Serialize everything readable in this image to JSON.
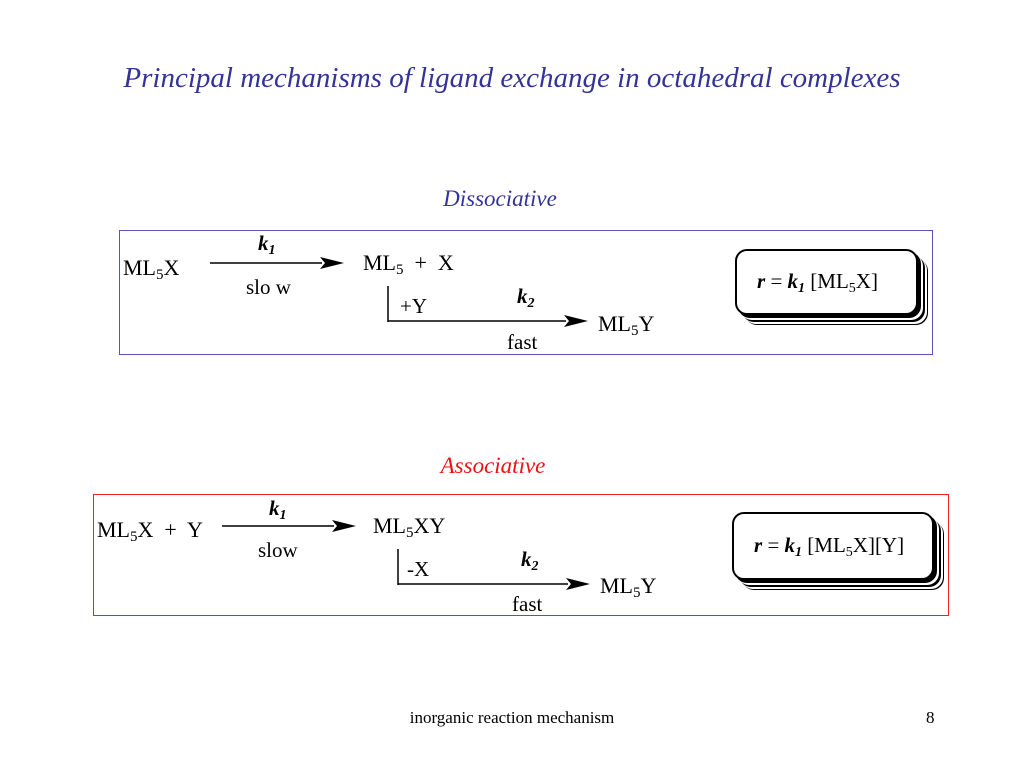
{
  "slide": {
    "title": "Principal mechanisms of ligand exchange in octahedral complexes",
    "footer_text": "inorganic reaction mechanism",
    "page_number": "8",
    "colors": {
      "title": "#33339a",
      "dissociative": "#33339a",
      "associative": "#ee1111"
    }
  },
  "dissociative": {
    "heading": "Dissociative",
    "reactant_main": "ML",
    "reactant_sub": "5",
    "reactant_tail": "X",
    "k1_main": "k",
    "k1_sub": "1",
    "step1_label": "slo w",
    "intermediate_main": "ML",
    "intermediate_sub": "5",
    "intermediate_tail": "  +  X",
    "side_reagent": "+Y",
    "k2_main": "k",
    "k2_sub": "2",
    "step2_label": "fast",
    "product_main": "ML",
    "product_sub": "5",
    "product_tail": "Y",
    "rate": {
      "r": "r",
      "eq": " = ",
      "k": "k",
      "k_sub": "1",
      "open": " [ML",
      "sub": "5",
      "close": "X]"
    }
  },
  "associative": {
    "heading": "Associative",
    "reactant_main": "ML",
    "reactant_sub": "5",
    "reactant_tail": "X  +  Y",
    "k1_main": "k",
    "k1_sub": "1",
    "step1_label": "slow",
    "intermediate_main": "ML",
    "intermediate_sub": "5",
    "intermediate_tail": "XY",
    "side_reagent": "-X",
    "k2_main": "k",
    "k2_sub": "2",
    "step2_label": "fast",
    "product_main": "ML",
    "product_sub": "5",
    "product_tail": "Y",
    "rate": {
      "r": "r",
      "eq": " = ",
      "k": "k",
      "k_sub": "1",
      "open": " [ML",
      "sub": "5",
      "close": "X][Y]"
    }
  }
}
